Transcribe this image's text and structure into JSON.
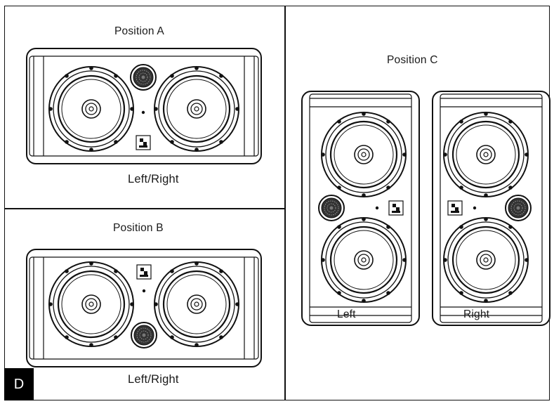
{
  "panels": {
    "a": {
      "title": "Position A",
      "caption": "Left/Right"
    },
    "b": {
      "title": "Position B",
      "caption": "Left/Right"
    },
    "c": {
      "title": "Position C",
      "left_caption": "Left",
      "right_caption": "Right"
    }
  },
  "figure_badge": "D",
  "colors": {
    "line": "#111111",
    "badge_bg": "#000000",
    "badge_text": "#ffffff"
  },
  "icons": [
    "woofer-icon",
    "tweeter-icon",
    "logo-badge-icon",
    "led-dot-icon"
  ]
}
